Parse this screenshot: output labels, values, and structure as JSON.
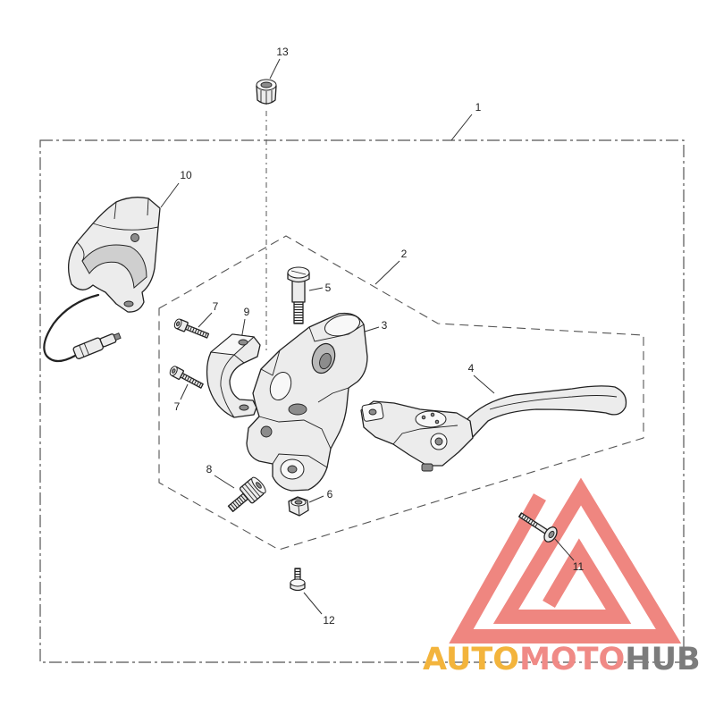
{
  "diagram": {
    "callouts": [
      {
        "label": "1"
      },
      {
        "label": "2"
      },
      {
        "label": "3"
      },
      {
        "label": "4"
      },
      {
        "label": "5"
      },
      {
        "label": "6"
      },
      {
        "label": "7"
      },
      {
        "label": "7"
      },
      {
        "label": "8"
      },
      {
        "label": "9"
      },
      {
        "label": "10"
      },
      {
        "label": "11"
      },
      {
        "label": "12"
      },
      {
        "label": "13"
      }
    ]
  },
  "logo": {
    "parts": [
      "AUTO",
      "MOTO",
      "HUB"
    ],
    "colors": {
      "auto": "#f3b43c",
      "moto": "#f08a86",
      "hub": "#7c7c7c",
      "mark": "#e8524a"
    }
  }
}
